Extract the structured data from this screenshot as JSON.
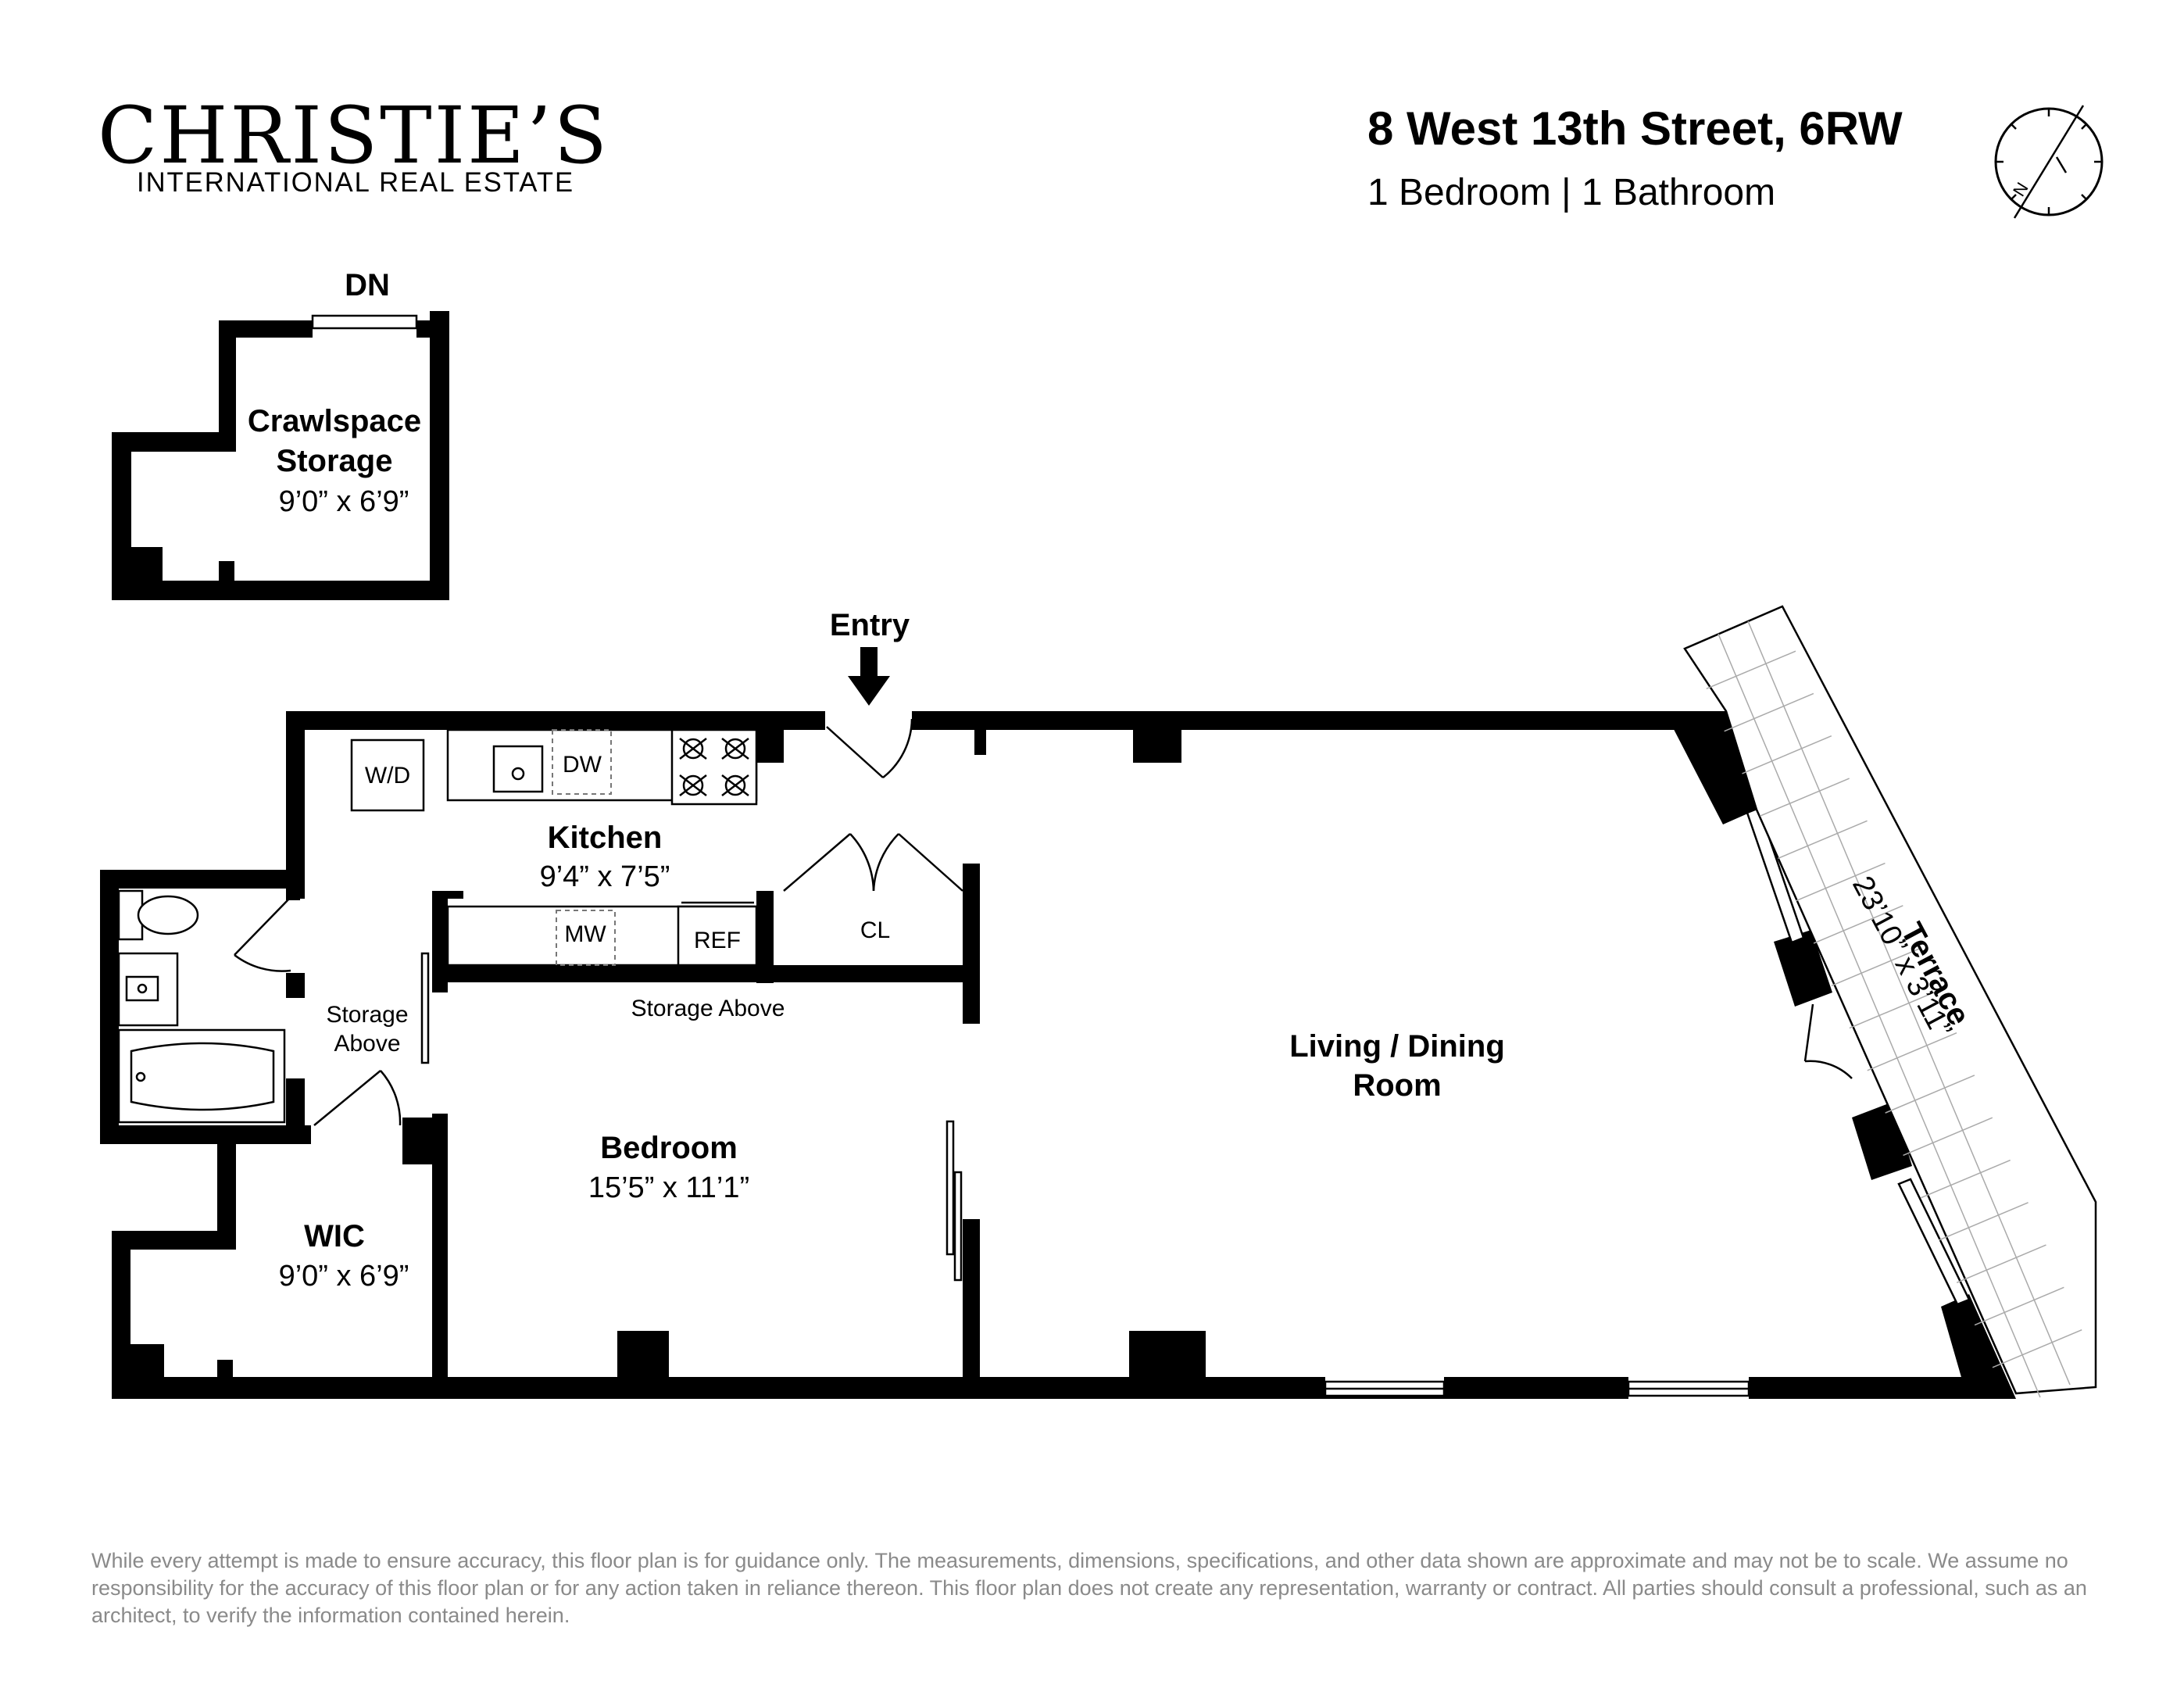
{
  "brand": {
    "name": "CHRISTIE’S",
    "tagline": "INTERNATIONAL REAL ESTATE"
  },
  "listing": {
    "address": "8 West 13th Street, 6RW",
    "summary": "1 Bedroom | 1 Bathroom"
  },
  "compass": {
    "north_label": "N"
  },
  "labels": {
    "dn": "DN",
    "entry": "Entry",
    "crawlspace_name_1": "Crawlspace",
    "crawlspace_name_2": "Storage",
    "crawlspace_dims": "9’0” x 6’9”",
    "kitchen_name": "Kitchen",
    "kitchen_dims": "9’4” x 7’5”",
    "wd": "W/D",
    "dw": "DW",
    "mw": "MW",
    "ref": "REF",
    "cl": "CL",
    "storage_above_1": "Storage Above",
    "storage_above_2a": "Storage",
    "storage_above_2b": "Above",
    "wic_name": "WIC",
    "wic_dims": "9’0” x 6’9”",
    "bedroom_name": "Bedroom",
    "bedroom_dims": "15’5” x 11’1”",
    "living_name_1": "Living / Dining",
    "living_name_2": "Room",
    "terrace_name": "Terrace",
    "terrace_dims": "23’10” x 3’11”"
  },
  "disclaimer": "While every attempt is made to ensure accuracy, this floor plan is for guidance only. The measurements, dimensions, specifications, and other data shown are approximate and may not be to scale. We assume no responsibility for the accuracy of this floor plan or for any action taken in reliance thereon. This floor plan does not create any representation, warranty or contract. All parties should consult a professional, such as an architect, to verify the information contained herein."
}
